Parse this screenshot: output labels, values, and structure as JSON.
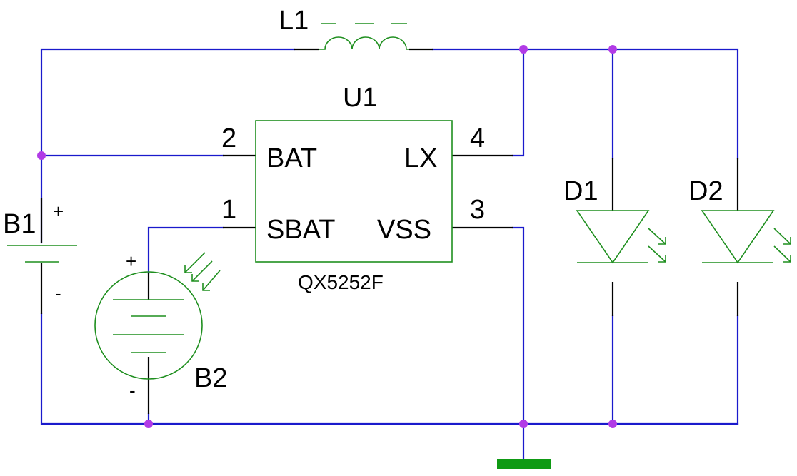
{
  "labels": {
    "inductor": "L1",
    "ic": "U1",
    "ic_value": "QX5252F",
    "battery": "B1",
    "solar_cell": "B2",
    "led1": "D1",
    "led2": "D2"
  },
  "pins": {
    "bat_num": "2",
    "bat_name": "BAT",
    "sbat_num": "1",
    "sbat_name": "SBAT",
    "lx_num": "4",
    "lx_name": "LX",
    "vss_num": "3",
    "vss_name": "VSS"
  },
  "polarity": {
    "b1_plus": "+",
    "b1_minus": "-",
    "b2_plus": "+",
    "b2_minus": "-"
  },
  "colors": {
    "wire": "#1a1acc",
    "component": "#1f8f1f",
    "junction": "#b13be6",
    "ground": "#0f9a14"
  }
}
